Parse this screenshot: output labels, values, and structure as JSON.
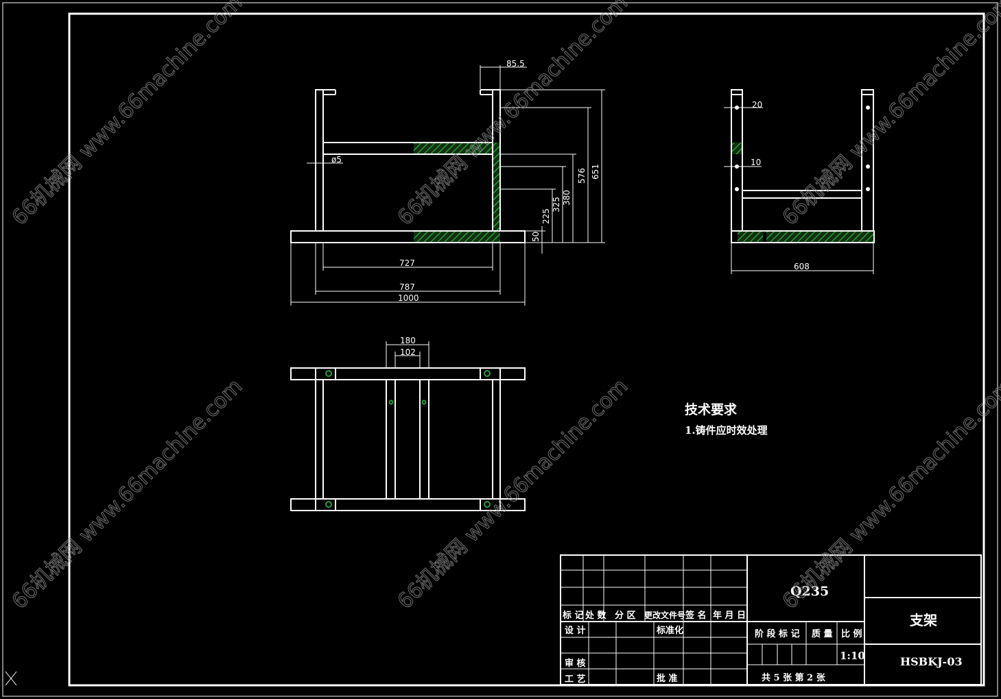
{
  "drawing": {
    "dims": {
      "d85_5": "85.5",
      "phi5": "ø5",
      "d727": "727",
      "d787": "787",
      "d1000": "1000",
      "d50": "50",
      "d225": "225",
      "d325": "325",
      "d380": "380",
      "d576": "576",
      "d651": "651",
      "d20": "20",
      "d10": "10",
      "d608": "608",
      "d180": "180",
      "d102": "102"
    },
    "notes": {
      "title": "技术要求",
      "item1": "1.铸件应时效处理"
    }
  },
  "title_block": {
    "material": "Q235",
    "part_name": "支架",
    "drawing_number": "HSBKJ-03",
    "header": {
      "biaoji": "标 记",
      "chushu": "处 数",
      "fenqu": "分 区",
      "gengai": "更改文件号",
      "qianming": "签 名",
      "nianyueri": "年 月 日"
    },
    "rows": {
      "sheji": "设 计",
      "biaozhunhua": "标准化",
      "shenhe": "审 核",
      "gongyi": "工 艺",
      "pizhun": "批 准"
    },
    "stage_labels": {
      "jieduan": "阶 段 标 记",
      "zhiliang": "质 量",
      "bili": "比 例"
    },
    "scale": "1:10",
    "sheets": "共 5 张  第 2 张"
  },
  "watermark": "66机械网 www.66machine.com",
  "colors": {
    "background": "#000000",
    "lines": "#ffffff",
    "hatch": "#2e9a3c",
    "watermark": "#8c8c8c"
  }
}
